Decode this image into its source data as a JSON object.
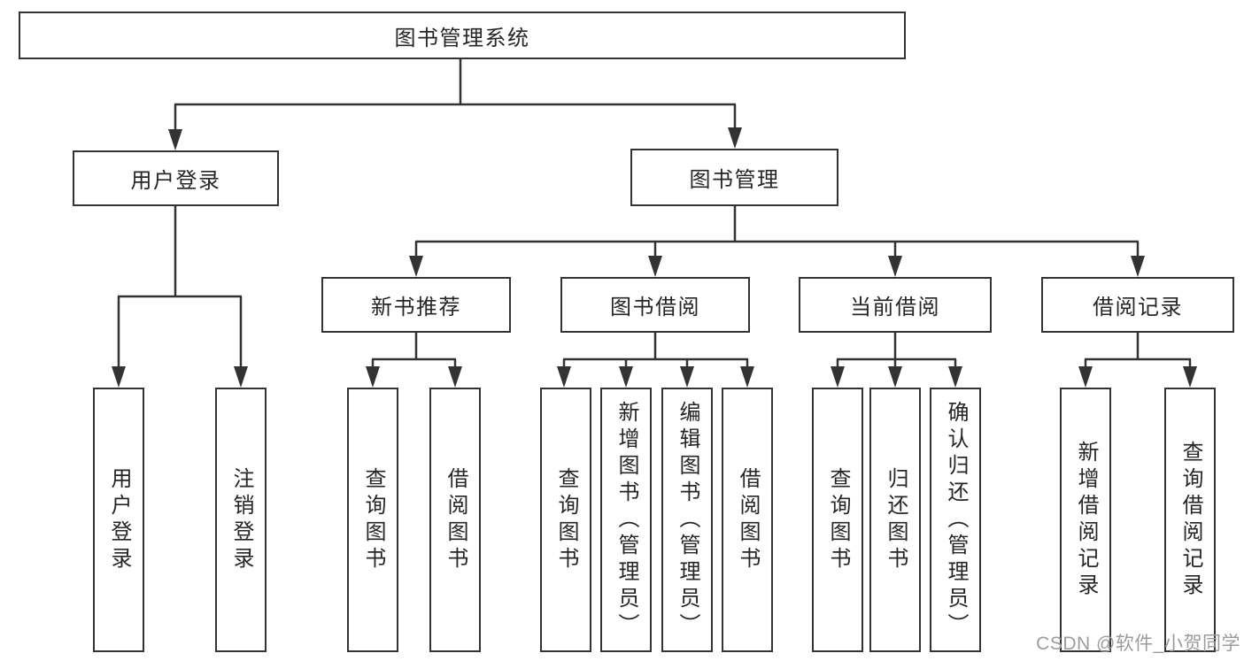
{
  "colors": {
    "line": "#333333",
    "text": "#262626",
    "watermark": "#9c9c9c",
    "background": "#ffffff"
  },
  "watermark": {
    "text": "CSDN @软件_小贺同学"
  },
  "tree": {
    "root": {
      "label": "图书管理系统"
    },
    "branches": [
      {
        "label": "用户登录",
        "children": [
          {
            "label": "用户登录"
          },
          {
            "label": "注销登录"
          }
        ]
      },
      {
        "label": "图书管理",
        "children": [
          {
            "label": "新书推荐",
            "children": [
              {
                "label": "查询图书"
              },
              {
                "label": "借阅图书"
              }
            ]
          },
          {
            "label": "图书借阅",
            "children": [
              {
                "label": "查询图书"
              },
              {
                "label": "新增图书（管理员）"
              },
              {
                "label": "编辑图书（管理员）"
              },
              {
                "label": "借阅图书"
              }
            ]
          },
          {
            "label": "当前借阅",
            "children": [
              {
                "label": "查询图书"
              },
              {
                "label": "归还图书"
              },
              {
                "label": "确认归还（管理员）"
              }
            ]
          },
          {
            "label": "借阅记录",
            "children": [
              {
                "label": "新增借阅记录"
              },
              {
                "label": "查询借阅记录"
              }
            ]
          }
        ]
      }
    ]
  }
}
